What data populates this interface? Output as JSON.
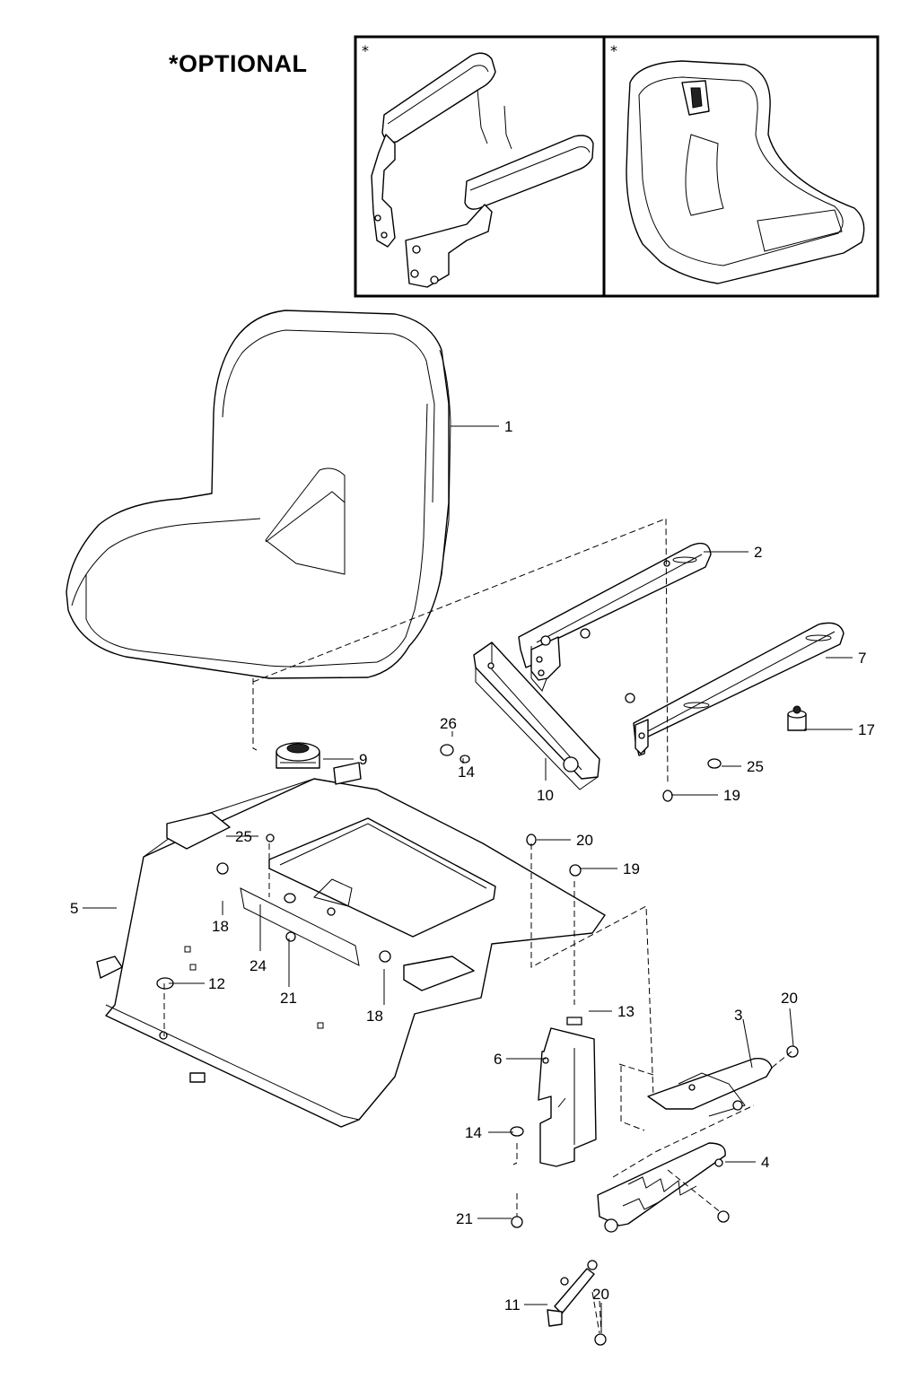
{
  "header": {
    "optional_label": "*OPTIONAL",
    "star": "*"
  },
  "callouts": [
    {
      "id": "c1",
      "label": "1"
    },
    {
      "id": "c2",
      "label": "2"
    },
    {
      "id": "c3",
      "label": "3"
    },
    {
      "id": "c4",
      "label": "4"
    },
    {
      "id": "c5",
      "label": "5"
    },
    {
      "id": "c6",
      "label": "6"
    },
    {
      "id": "c7",
      "label": "7"
    },
    {
      "id": "c9",
      "label": "9"
    },
    {
      "id": "c10",
      "label": "10"
    },
    {
      "id": "c11",
      "label": "11"
    },
    {
      "id": "c12",
      "label": "12"
    },
    {
      "id": "c13",
      "label": "13"
    },
    {
      "id": "c14a",
      "label": "14"
    },
    {
      "id": "c14b",
      "label": "14"
    },
    {
      "id": "c17",
      "label": "17"
    },
    {
      "id": "c18a",
      "label": "18"
    },
    {
      "id": "c18b",
      "label": "18"
    },
    {
      "id": "c19a",
      "label": "19"
    },
    {
      "id": "c19b",
      "label": "19"
    },
    {
      "id": "c20a",
      "label": "20"
    },
    {
      "id": "c20b",
      "label": "20"
    },
    {
      "id": "c20c",
      "label": "20"
    },
    {
      "id": "c21a",
      "label": "21"
    },
    {
      "id": "c21b",
      "label": "21"
    },
    {
      "id": "c24",
      "label": "24"
    },
    {
      "id": "c25a",
      "label": "25"
    },
    {
      "id": "c25b",
      "label": "25"
    },
    {
      "id": "c26",
      "label": "26"
    }
  ]
}
